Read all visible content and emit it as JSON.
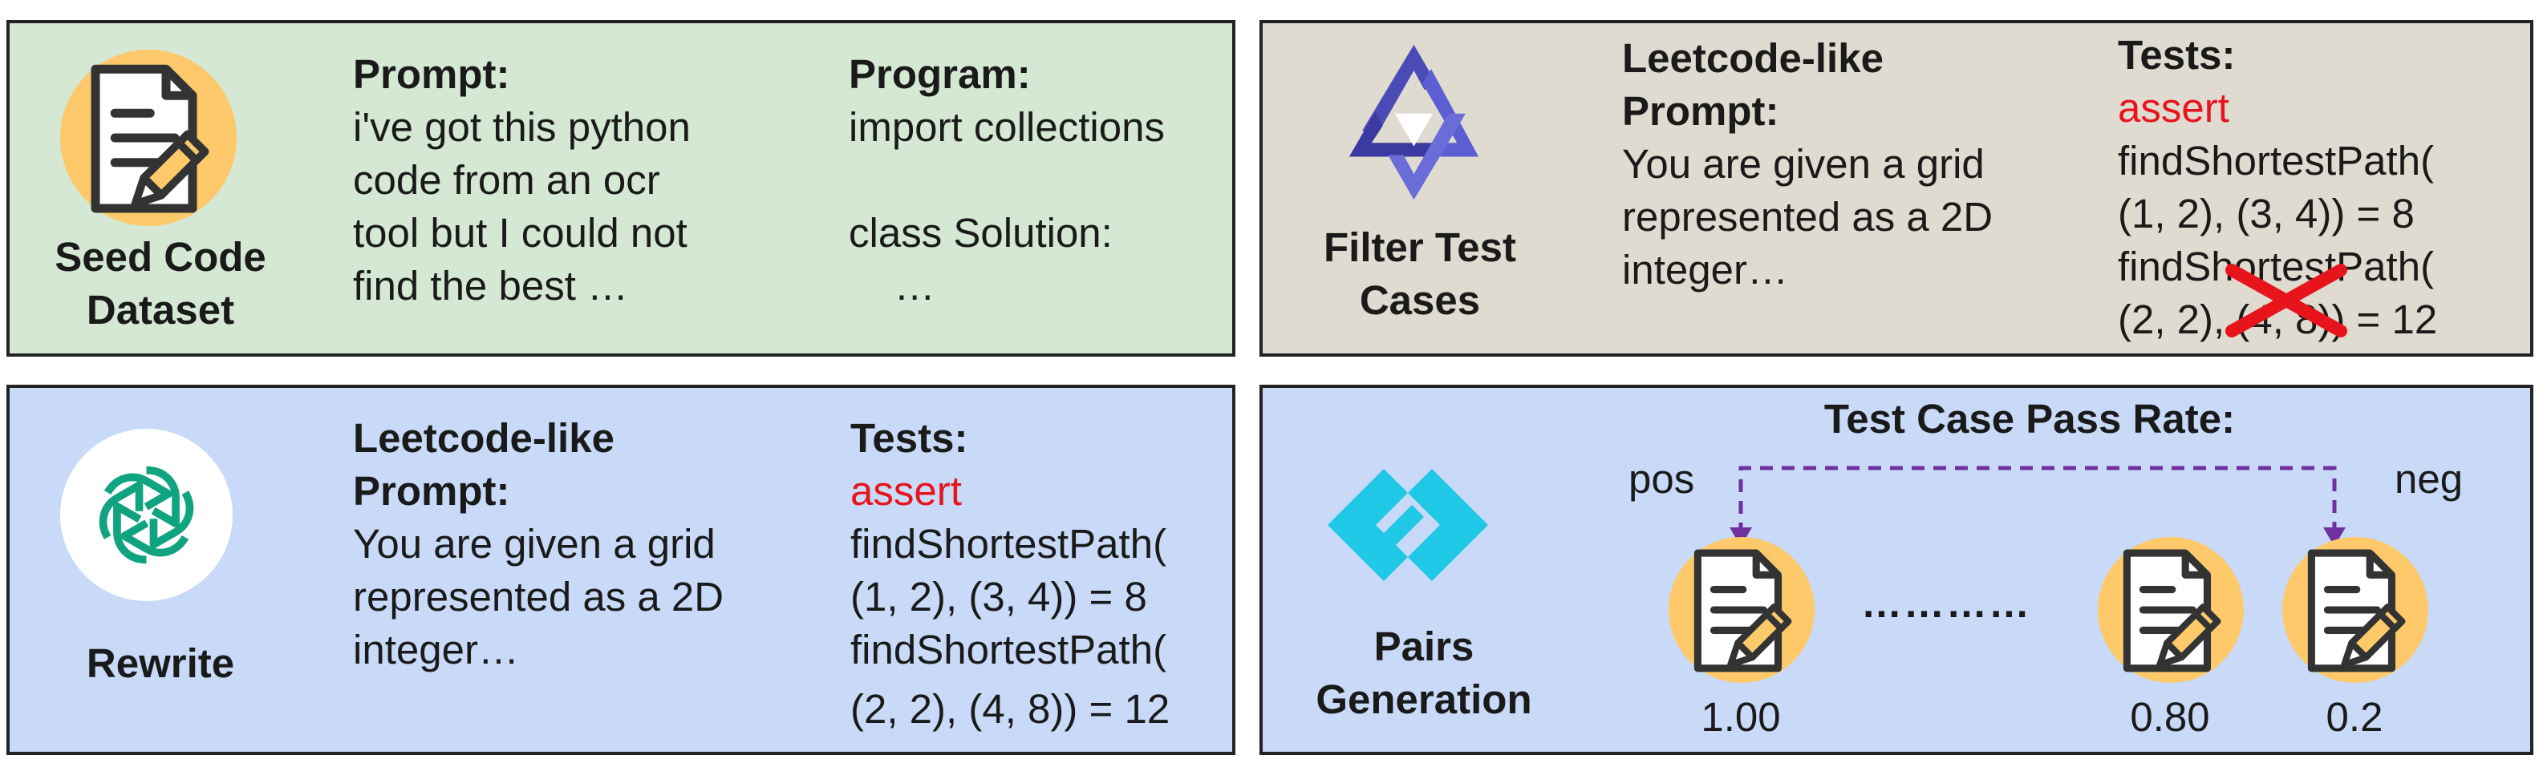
{
  "seed": {
    "title_line1": "Seed Code",
    "title_line2": "Dataset",
    "prompt_label": "Prompt:",
    "prompt_lines": [
      "i've got this python",
      "code from an ocr",
      "tool but I could not",
      "find the best …"
    ],
    "program_label": "Program:",
    "program_lines": [
      "import collections",
      "",
      "class Solution:",
      "    …"
    ],
    "bg_color": "#d5e8d4"
  },
  "filter": {
    "title_line1": "Filter Test",
    "title_line2": "Cases",
    "prompt_label_line1": "Leetcode-like",
    "prompt_label_line2": "Prompt:",
    "prompt_lines": [
      "You are given a grid",
      "represented as a 2D",
      "integer…"
    ],
    "tests_label": "Tests:",
    "assert_text": "assert",
    "test_lines": [
      "findShortestPath(",
      "(1, 2), (3, 4)) = 8",
      "findShortestPath(",
      "(2, 2), (4, 8)) = 12"
    ],
    "bg_color": "#dfdbd0"
  },
  "rewrite": {
    "title": "Rewrite",
    "prompt_label_line1": "Leetcode-like",
    "prompt_label_line2": "Prompt:",
    "prompt_lines": [
      "You are given a grid",
      "represented as a 2D",
      "integer…"
    ],
    "tests_label": "Tests:",
    "assert_text": "assert",
    "test_lines": [
      "findShortestPath(",
      "(1, 2), (3, 4)) = 8",
      "findShortestPath(",
      "(2, 2), (4, 8)) = 12"
    ],
    "bg_color": "#c9daf8"
  },
  "pairs": {
    "title_line1": "Pairs",
    "title_line2": "Generation",
    "heading": "Test Case Pass Rate:",
    "pos_label": "pos",
    "neg_label": "neg",
    "dots": "…………",
    "scores": [
      "1.00",
      "0.80",
      "0.2"
    ],
    "bg_color": "#c9daf8",
    "arrow_color": "#7030a0"
  },
  "colors": {
    "doc_circle": "#fdc96b",
    "qwen_blue": "#4a4bb5",
    "openai_green": "#10a37f",
    "pairs_cyan": "#1ec8e6",
    "assert_red": "#e8141c"
  }
}
